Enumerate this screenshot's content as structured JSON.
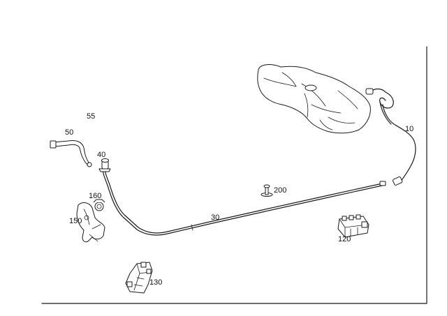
{
  "callouts": {
    "c10": "10",
    "c30": "30",
    "c40": "40",
    "c50": "50",
    "c55": "55",
    "c120": "120",
    "c130": "130",
    "c150": "150",
    "c160": "160",
    "c200": "200"
  },
  "colors": {
    "line": "#1a1a1a",
    "background": "#ffffff"
  },
  "icons": [
    "fuel-tank",
    "fuel-line",
    "hose",
    "clip",
    "bracket",
    "connector-block"
  ]
}
